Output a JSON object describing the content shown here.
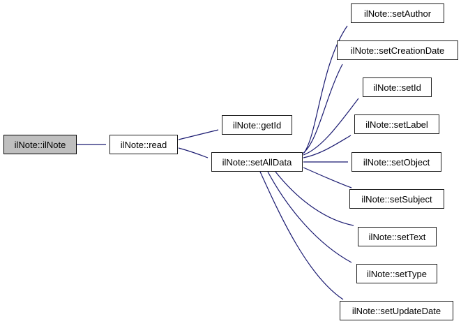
{
  "diagram": {
    "kind": "call-graph",
    "colors": {
      "edge": "#191970",
      "node_border": "#1c1c1c",
      "node_fill": "#ffffff",
      "highlight_fill": "#bfbfbf",
      "background": "#ffffff",
      "text": "#000000"
    }
  },
  "nodes": {
    "ilnote": {
      "label": "ilNote::ilNote"
    },
    "read": {
      "label": "ilNote::read"
    },
    "getid": {
      "label": "ilNote::getId"
    },
    "setalldata": {
      "label": "ilNote::setAllData"
    },
    "setauthor": {
      "label": "ilNote::setAuthor"
    },
    "setcreationdate": {
      "label": "ilNote::setCreationDate"
    },
    "setid": {
      "label": "ilNote::setId"
    },
    "setlabel": {
      "label": "ilNote::setLabel"
    },
    "setobject": {
      "label": "ilNote::setObject"
    },
    "setsubject": {
      "label": "ilNote::setSubject"
    },
    "settext": {
      "label": "ilNote::setText"
    },
    "settype": {
      "label": "ilNote::setType"
    },
    "setupdatedate": {
      "label": "ilNote::setUpdateDate"
    }
  },
  "edges": [
    {
      "from": "ilNote::ilNote",
      "to": "ilNote::read"
    },
    {
      "from": "ilNote::read",
      "to": "ilNote::getId"
    },
    {
      "from": "ilNote::read",
      "to": "ilNote::setAllData"
    },
    {
      "from": "ilNote::setAllData",
      "to": "ilNote::setAuthor"
    },
    {
      "from": "ilNote::setAllData",
      "to": "ilNote::setCreationDate"
    },
    {
      "from": "ilNote::setAllData",
      "to": "ilNote::setId"
    },
    {
      "from": "ilNote::setAllData",
      "to": "ilNote::setLabel"
    },
    {
      "from": "ilNote::setAllData",
      "to": "ilNote::setObject"
    },
    {
      "from": "ilNote::setAllData",
      "to": "ilNote::setSubject"
    },
    {
      "from": "ilNote::setAllData",
      "to": "ilNote::setText"
    },
    {
      "from": "ilNote::setAllData",
      "to": "ilNote::setType"
    },
    {
      "from": "ilNote::setAllData",
      "to": "ilNote::setUpdateDate"
    }
  ]
}
